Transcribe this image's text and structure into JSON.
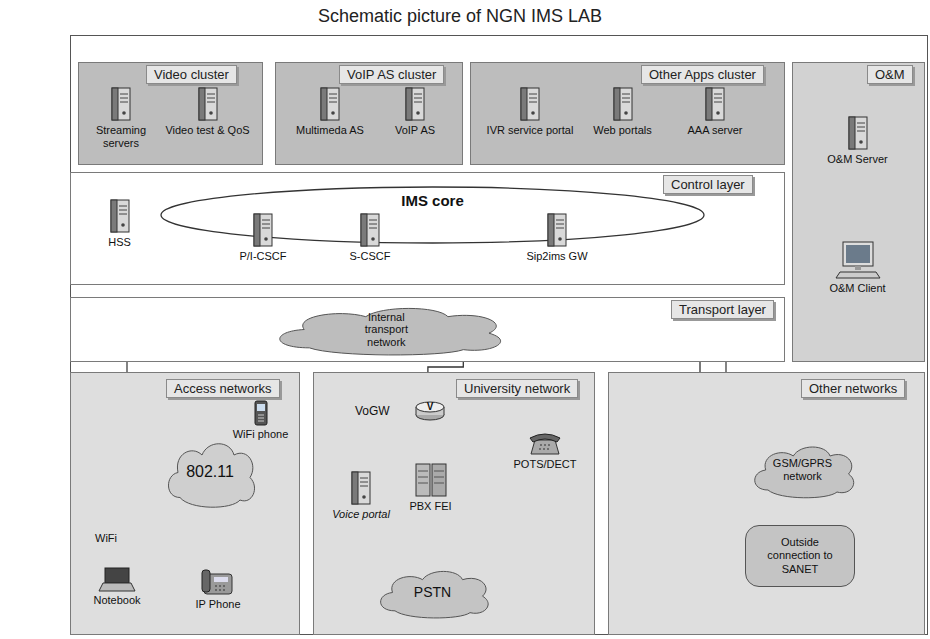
{
  "diagram": {
    "title": "Schematic picture of NGN IMS LAB",
    "nodes": [
      {
        "text": [
          "Video cluster"
        ]
      },
      {
        "text": [
          "Streaming servers"
        ],
        "in": 0
      },
      {
        "text": [
          "Video test & QoS"
        ],
        "in": 0
      },
      {
        "text": [
          "VoIP AS cluster"
        ]
      },
      {
        "text": [
          "Multimeda AS"
        ],
        "in": 3
      },
      {
        "text": [
          "VoIP AS"
        ],
        "in": 3
      },
      {
        "text": [
          "Other Apps cluster"
        ]
      },
      {
        "text": [
          "IVR service portal"
        ],
        "in": 6
      },
      {
        "text": [
          "Web portals"
        ],
        "in": 6
      },
      {
        "text": [
          "AAA server"
        ],
        "in": 6
      },
      {
        "text": [
          "O&M"
        ]
      },
      {
        "text": [
          "O&M Server"
        ],
        "in": 10
      },
      {
        "text": [
          "O&M Client"
        ],
        "in": 10
      },
      {
        "text": [
          "Control layer"
        ]
      },
      {
        "text": [
          "IMS core"
        ],
        "in": 13
      },
      {
        "text": [
          "HSS"
        ],
        "in": 13
      },
      {
        "text": [
          "P/I-CSCF"
        ],
        "in": 13
      },
      {
        "text": [
          "S-CSCF"
        ],
        "in": 13
      },
      {
        "text": [
          "Sip2ims GW"
        ],
        "in": 13
      },
      {
        "text": [
          "Transport layer"
        ]
      },
      {
        "text": [
          "Internal transport network"
        ],
        "in": 19
      },
      {
        "text": [
          "Access networks"
        ]
      },
      {
        "text": [
          "802.11"
        ],
        "in": 21
      },
      {
        "text": [
          "WiFi phone"
        ],
        "in": 21
      },
      {
        "text": [
          "Notebook"
        ],
        "in": 21
      },
      {
        "text": [
          "IP Phone"
        ],
        "in": 21
      },
      {
        "text": [
          "University network"
        ]
      },
      {
        "text": [
          "VoGW",
          "V"
        ],
        "in": 26
      },
      {
        "text": [
          "Voice portal"
        ],
        "in": 26
      },
      {
        "text": [
          "PBX FEI"
        ],
        "in": 26
      },
      {
        "text": [
          "POTS/DECT"
        ],
        "in": 26
      },
      {
        "text": [
          "PSTN"
        ],
        "in": 26
      },
      {
        "text": [
          "Other networks"
        ]
      },
      {
        "text": [
          "GSM/GPRS network"
        ],
        "in": 32
      },
      {
        "text": [
          "Outside connection to SANET"
        ],
        "in": 32
      }
    ],
    "edges": [
      {
        "from": 20,
        "to": 34,
        "arrow": "none"
      },
      {
        "from": 20,
        "to": 27,
        "arrow": "none"
      },
      {
        "from": 27,
        "to": 28,
        "arrow": "none"
      },
      {
        "from": 27,
        "to": 29,
        "arrow": "none"
      },
      {
        "from": 27,
        "to": 30,
        "arrow": "none"
      },
      {
        "from": 29,
        "to": 31,
        "arrow": "none"
      }
    ],
    "labels": [
      "WiFi"
    ]
  }
}
